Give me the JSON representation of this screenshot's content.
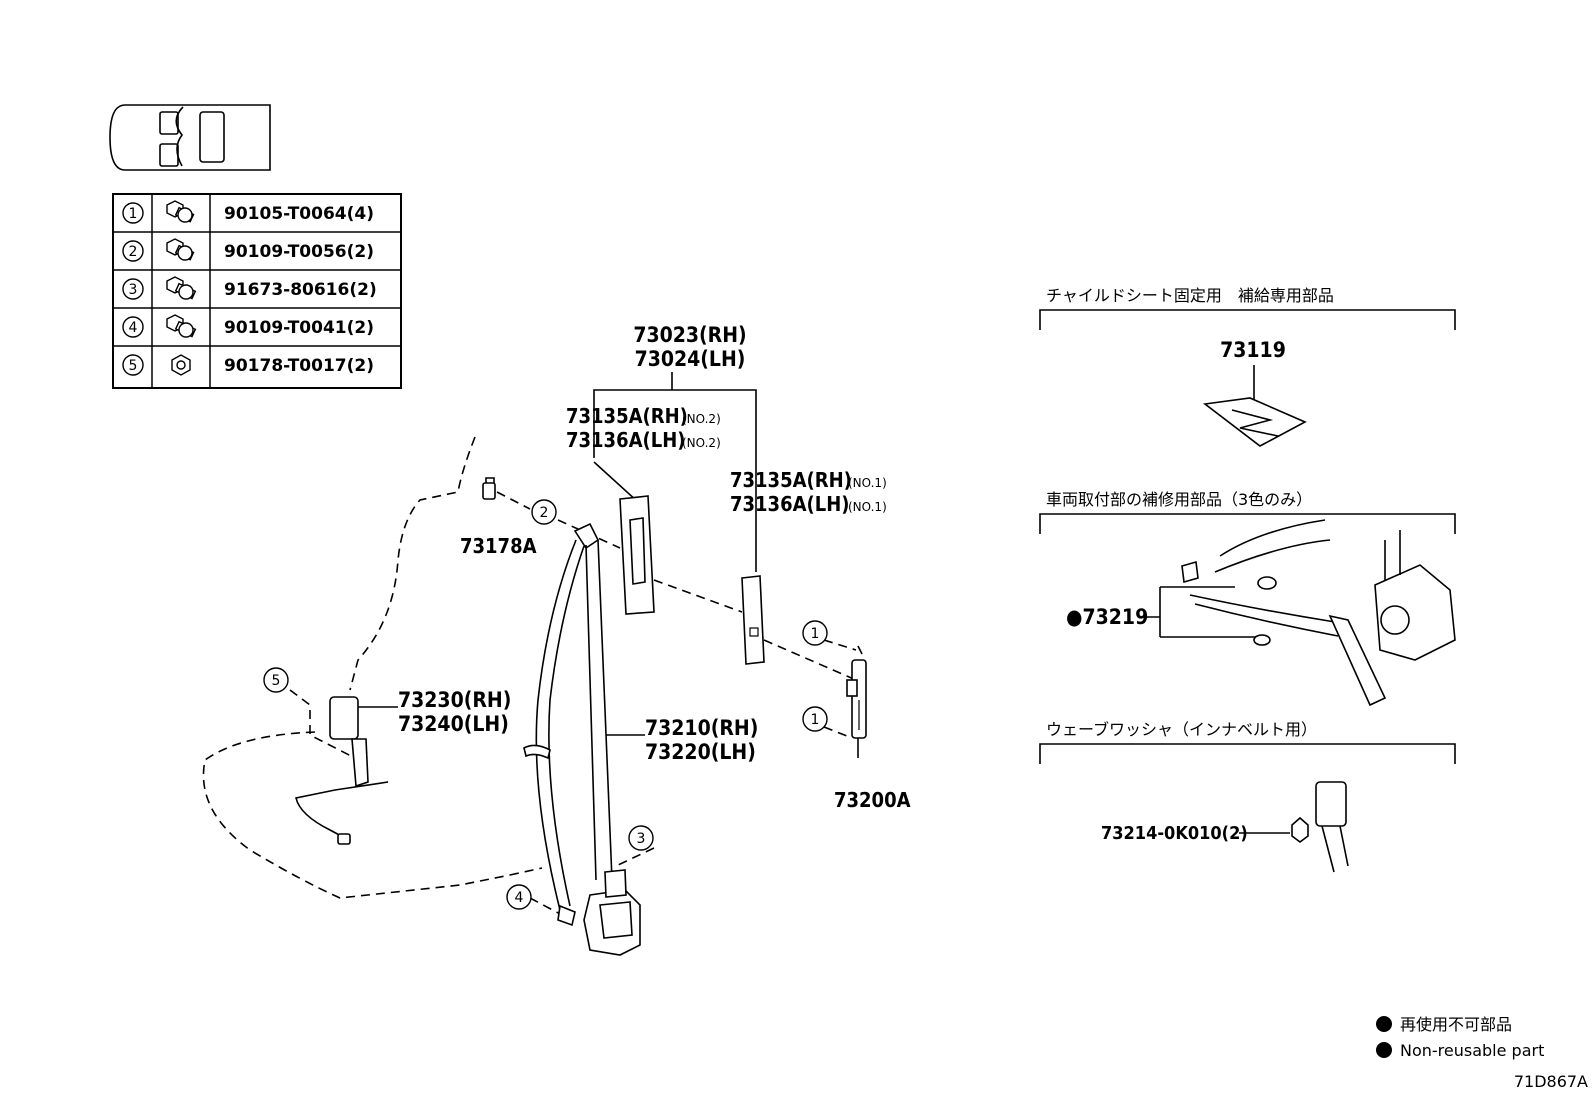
{
  "fastener_table": [
    {
      "num": "1",
      "part": "90105-T0064(4)",
      "icon": "bolt-icon"
    },
    {
      "num": "2",
      "part": "90109-T0056(2)",
      "icon": "bolt-icon"
    },
    {
      "num": "3",
      "part": "91673-80616(2)",
      "icon": "bolt-icon"
    },
    {
      "num": "4",
      "part": "90109-T0041(2)",
      "icon": "bolt-icon"
    },
    {
      "num": "5",
      "part": "90178-T0017(2)",
      "icon": "nut-icon"
    }
  ],
  "parts": {
    "belt_cover_rh": "73023(RH)",
    "belt_cover_lh": "73024(LH)",
    "cover_no2_rh": "73135A(RH)",
    "cover_no2_lh": "73136A(LH)",
    "cover_no2_tag": "(NO.2)",
    "cover_no1_rh": "73135A(RH)",
    "cover_no1_lh": "73136A(LH)",
    "cover_no1_tag": "(NO.1)",
    "guide": "73178A",
    "buckle_rh": "73230(RH)",
    "buckle_lh": "73240(LH)",
    "belt_rh": "73210(RH)",
    "belt_lh": "73220(LH)",
    "adjuster": "73200A"
  },
  "callouts": {
    "c2": "2",
    "c1a": "1",
    "c1b": "1",
    "c5": "5",
    "c3": "3",
    "c4": "4"
  },
  "supplement": {
    "child_seat_title": "チャイルドシート固定用　補給専用部品",
    "child_seat_part": "73119",
    "repair_title": "車両取付部の補修用部品（3色のみ）",
    "repair_part": "●73219",
    "washer_title": "ウェーブワッシャ（インナベルト用）",
    "washer_part": "73214-0K010(2)"
  },
  "legend": {
    "jp": "再使用不可部品",
    "en": "Non-reusable part"
  },
  "diagram_code": "71D867A"
}
